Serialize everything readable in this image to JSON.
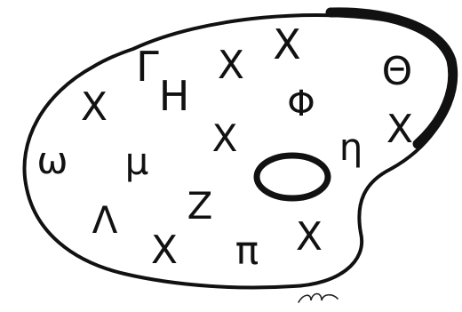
{
  "colors": {
    "ink": "#111111",
    "background": "#ffffff"
  },
  "symbols": {
    "gamma": "Γ",
    "eta_upper": "Η",
    "x1": "X",
    "x2": "X",
    "theta": "Θ",
    "x3": "X",
    "phi": "Φ",
    "x4": "X",
    "x5": "X",
    "eta_lower": "η",
    "omega": "ω",
    "mu": "μ",
    "zeta": "Z",
    "lambda": "Λ",
    "x6": "X",
    "pi": "π",
    "x7": "X"
  },
  "signature": "m"
}
